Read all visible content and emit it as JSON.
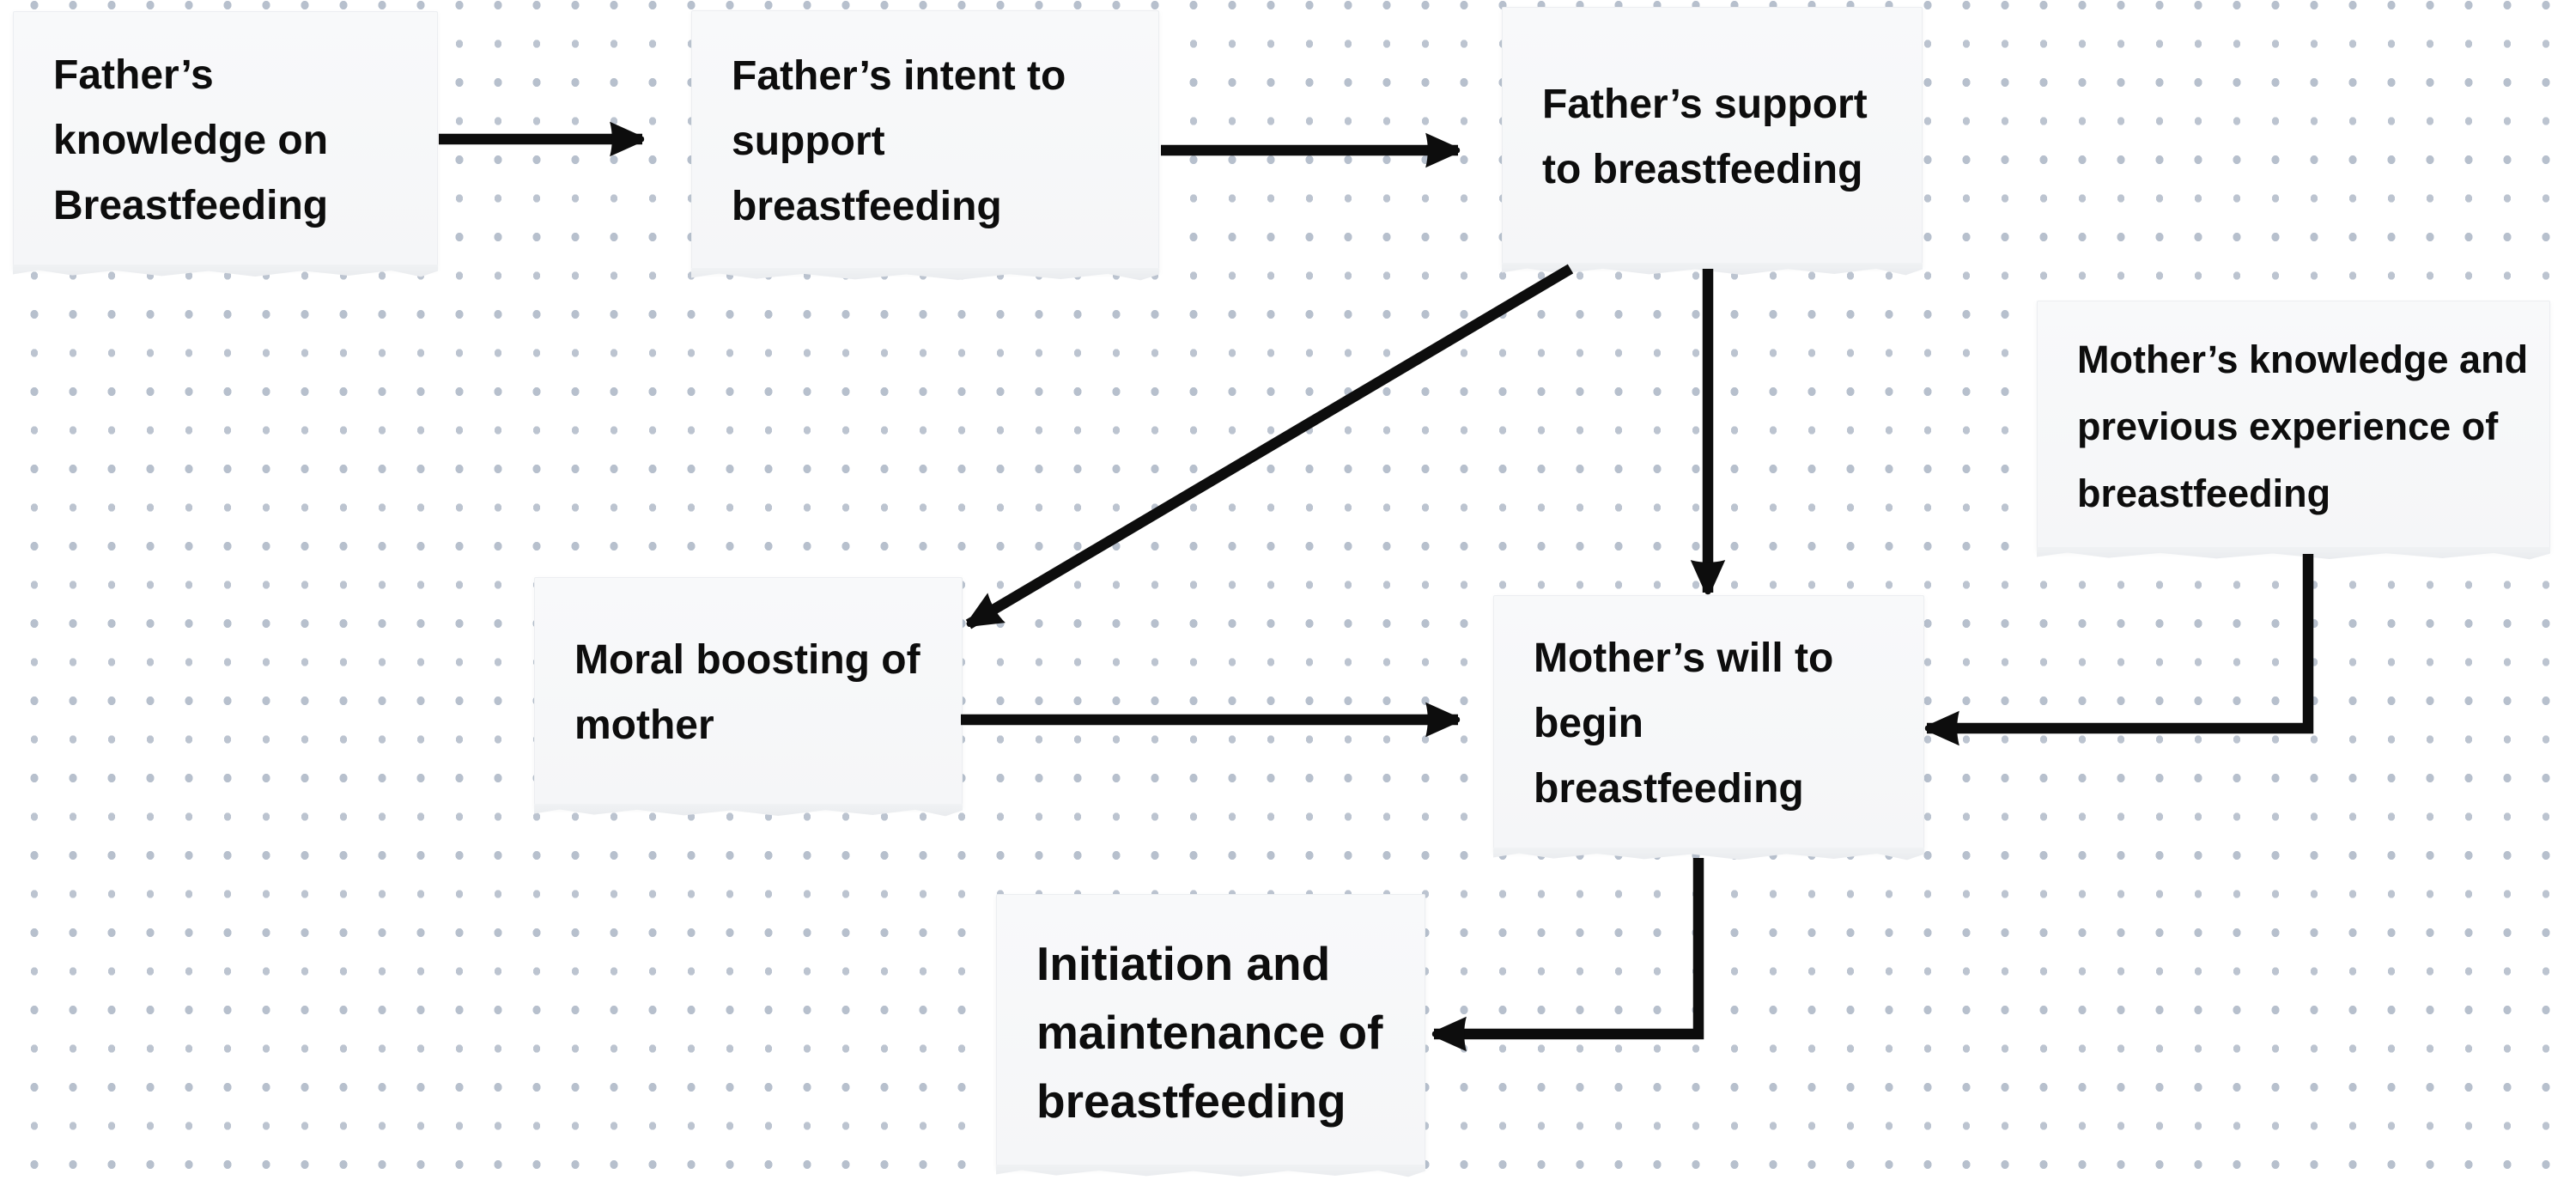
{
  "canvas": {
    "type": "whiteboard-flowchart",
    "background": "#ffffff",
    "dot_grid_color": "#b7c0cd",
    "node_fill": "#f6f7f9",
    "node_border": "#eceef1",
    "ink_color": "#0d0d0d"
  },
  "nodes": [
    {
      "id": "father-knowledge",
      "label": "Father’s\nknowledge on\nBreastfeeding"
    },
    {
      "id": "father-intent",
      "label": "Father’s intent to\nsupport\nbreastfeeding"
    },
    {
      "id": "father-support",
      "label": "Father’s support\nto breastfeeding"
    },
    {
      "id": "mother-knowledge",
      "label": "Mother’s knowledge and\nprevious experience of\nbreastfeeding"
    },
    {
      "id": "moral-boosting",
      "label": "Moral boosting of\nmother"
    },
    {
      "id": "mother-will",
      "label": "Mother’s will to\nbegin\nbreastfeeding"
    },
    {
      "id": "initiation",
      "label": "Initiation and\nmaintenance of\nbreastfeeding"
    }
  ],
  "edges": [
    {
      "from": "father-knowledge",
      "to": "father-intent"
    },
    {
      "from": "father-intent",
      "to": "father-support"
    },
    {
      "from": "father-support",
      "to": "moral-boosting"
    },
    {
      "from": "father-support",
      "to": "mother-will"
    },
    {
      "from": "moral-boosting",
      "to": "mother-will"
    },
    {
      "from": "mother-knowledge",
      "to": "mother-will"
    },
    {
      "from": "mother-will",
      "to": "initiation"
    }
  ]
}
